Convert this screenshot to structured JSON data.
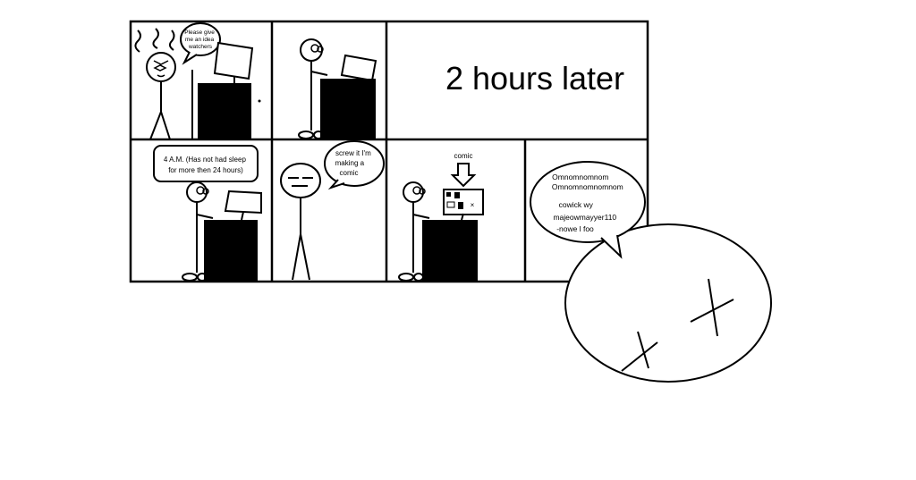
{
  "panels": {
    "p1_bubble": [
      "Please give",
      "me an idea",
      "watchers"
    ],
    "p3_caption": "2 hours later",
    "p4_caption": [
      "4 A.M. (Has not had sleep",
      "for more then 24 hours)"
    ],
    "p5_bubble": [
      "screw it I'm",
      "making a",
      "comic"
    ],
    "p6_label": "comic",
    "p7_bubble": [
      "Omnomnomnom",
      "Omnomnomnomnom",
      "cowick wy",
      "majeowmayyer110",
      "-nowe l foo"
    ]
  },
  "colors": {
    "ink": "#000000",
    "paper": "#ffffff"
  }
}
